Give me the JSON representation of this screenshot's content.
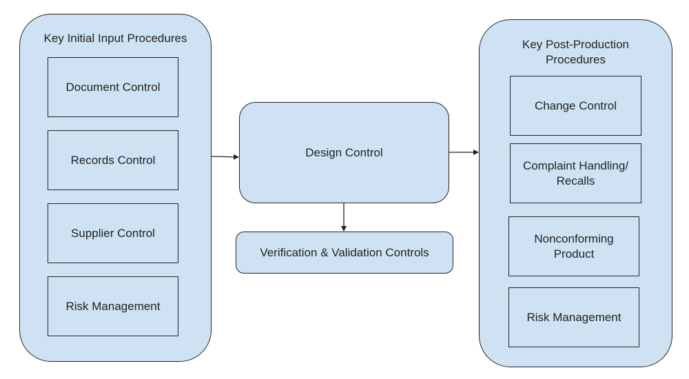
{
  "left_group": {
    "title": "Key Initial Input Procedures",
    "items": [
      "Document Control",
      "Records Control",
      "Supplier Control",
      "Risk Management"
    ]
  },
  "center": {
    "main": "Design Control",
    "sub": "Verification & Validation Controls"
  },
  "right_group": {
    "title": "Key Post-Production\nProcedures",
    "items": [
      "Change Control",
      "Complaint Handling/\nRecalls",
      "Nonconforming\nProduct",
      "Risk Management"
    ]
  },
  "colors": {
    "fill": "#cfe2f3",
    "stroke": "#222222"
  }
}
